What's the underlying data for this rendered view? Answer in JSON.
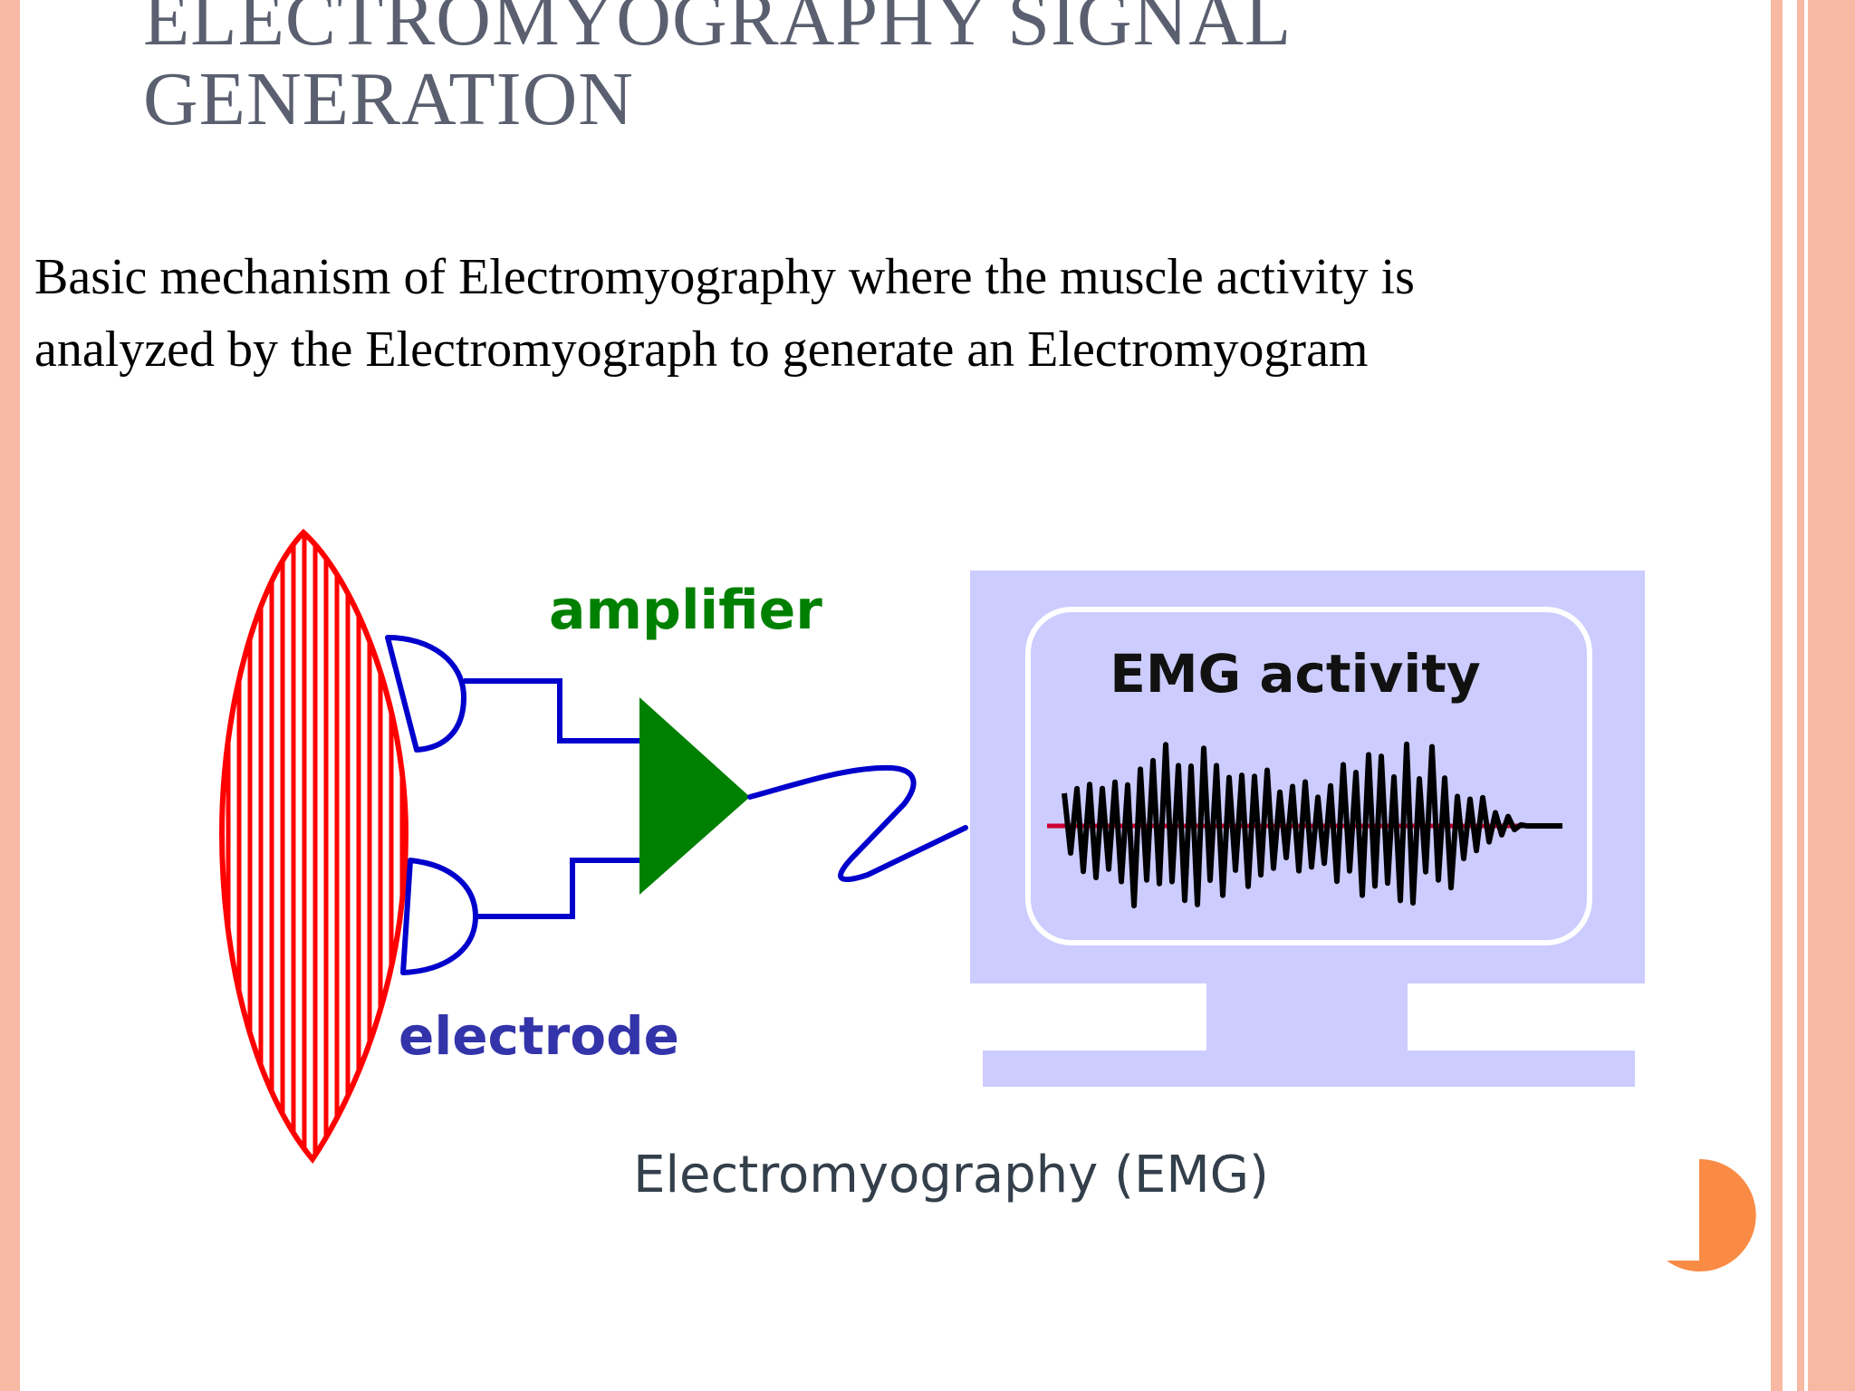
{
  "slide": {
    "title_line1": "ELECTROMYOGRAPHY SIGNAL",
    "title_line2": "GENERATION",
    "body_text": " Basic mechanism of Electromyography where the muscle activity is\nanalyzed by the Electromyograph to generate  an Electromyogram"
  },
  "diagram": {
    "amplifier_label": "amplifier",
    "electrode_label": "electrode",
    "screen_label": "EMG activity",
    "caption": "Electromyography (EMG)"
  },
  "colors": {
    "frame": "#f7b9a3",
    "title": "#5b6070",
    "muscle": "#ff0000",
    "electrode": "#0000cc",
    "amplifier": "#008000",
    "monitor": "#ccccff",
    "signal": "#000000",
    "baseline": "#cc0033",
    "accent_shape": "#f98b45"
  }
}
